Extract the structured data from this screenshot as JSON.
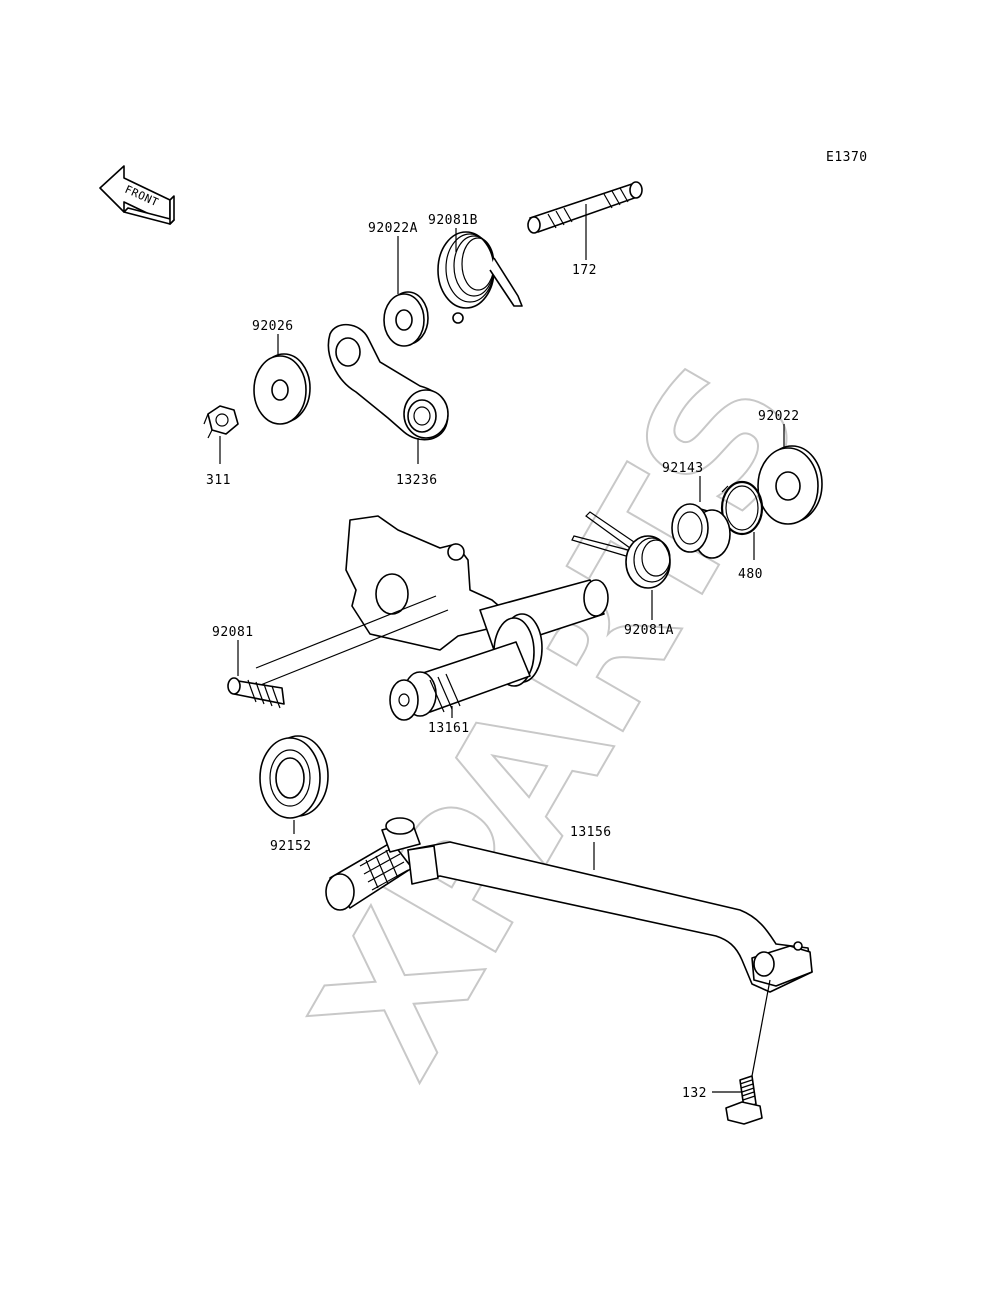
{
  "diagram_code": "E1370",
  "front_label": "FRONT",
  "watermark": "XPARTS",
  "labels": {
    "p172": "172",
    "p92081B": "92081B",
    "p92022A": "92022A",
    "p92026": "92026",
    "p311": "311",
    "p13236": "13236",
    "p92022": "92022",
    "p92143": "92143",
    "p480": "480",
    "p92081A": "92081A",
    "p92081": "92081",
    "p13161": "13161",
    "p92152": "92152",
    "p13156": "13156",
    "p132": "132"
  }
}
